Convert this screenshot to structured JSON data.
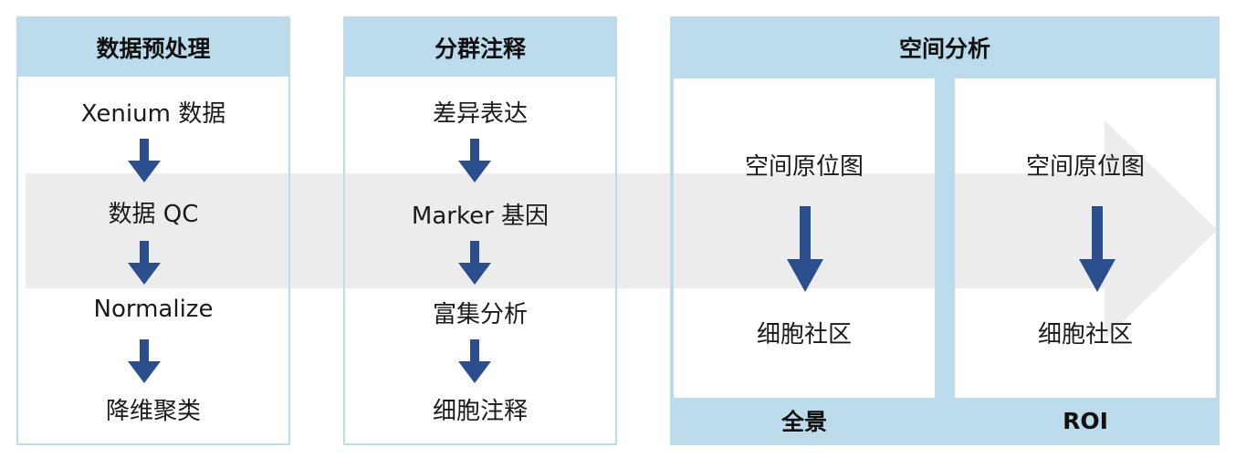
{
  "panels": {
    "preprocess": {
      "title": "数据预处理",
      "steps": [
        "Xenium 数据",
        "数据 QC",
        "Normalize",
        "降维聚类"
      ]
    },
    "cluster": {
      "title": "分群注释",
      "steps": [
        "差异表达",
        "Marker 基因",
        "富集分析",
        "细胞注释"
      ]
    },
    "spatial": {
      "title": "空间分析",
      "panorama": {
        "top": "空间原位图",
        "bottom": "细胞社区",
        "label": "全景"
      },
      "roi": {
        "top": "空间原位图",
        "bottom": "细胞社区",
        "label": "ROI"
      }
    }
  },
  "colors": {
    "header": "#bcdceb",
    "arrow": "#2b4f8c",
    "flow_band": "#ececec"
  }
}
